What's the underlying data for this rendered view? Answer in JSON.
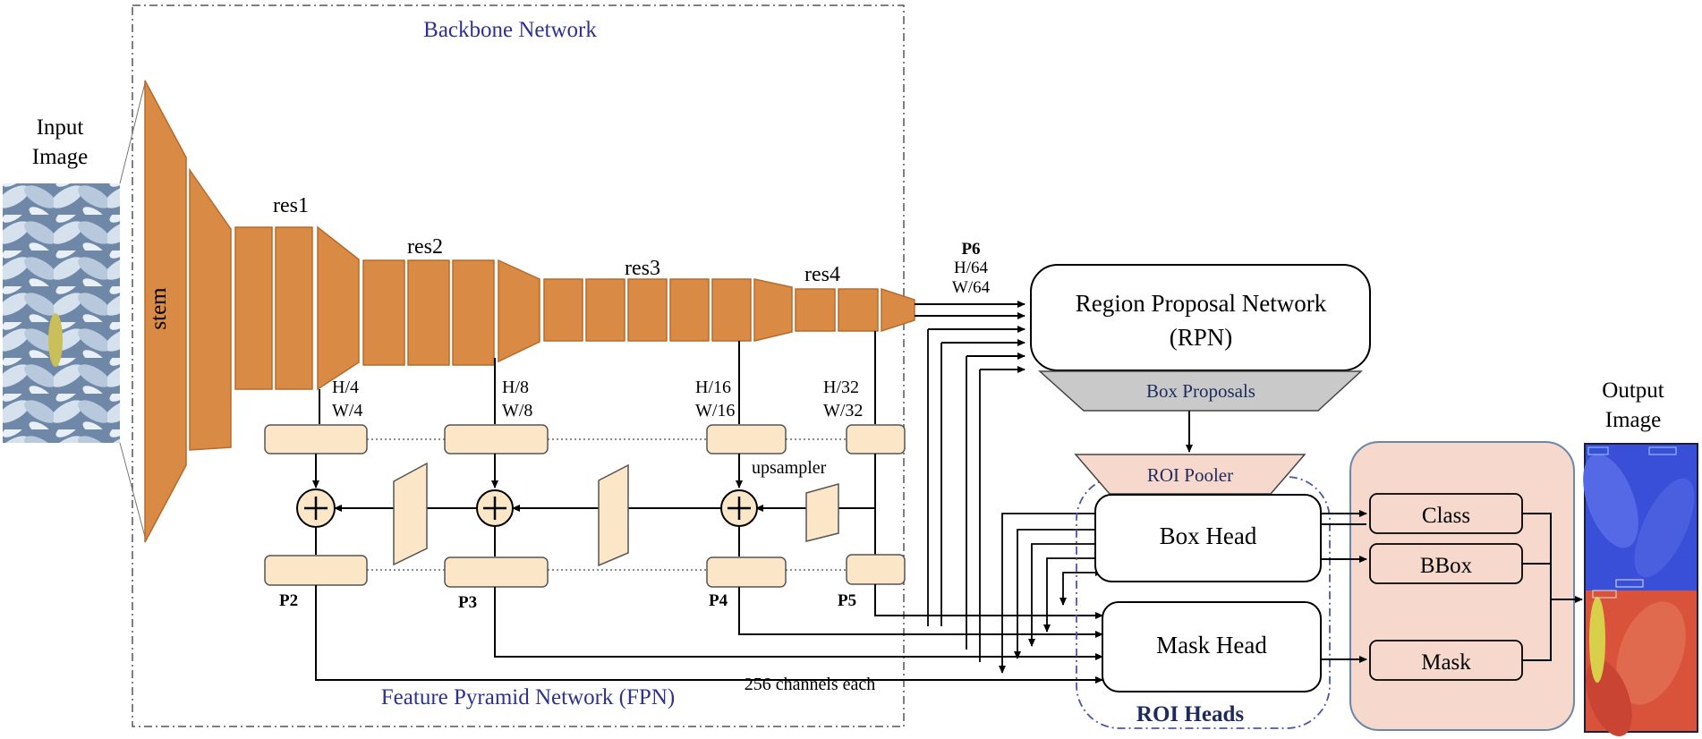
{
  "diagram": {
    "input_label": [
      "Input",
      "Image"
    ],
    "output_label": [
      "Output",
      "Image"
    ],
    "backbone_title": "Backbone Network",
    "fpn_title": "Feature Pyramid Network (FPN)",
    "channels_note": "256 channels each",
    "stem_label": "stem",
    "res_labels": [
      "res1",
      "res2",
      "res3",
      "res4"
    ],
    "scales": {
      "p2": [
        "H/4",
        "W/4"
      ],
      "p3": [
        "H/8",
        "W/8"
      ],
      "p4": [
        "H/16",
        "W/16"
      ],
      "p5": [
        "H/32",
        "W/32"
      ],
      "p6": [
        "H/64",
        "W/64"
      ]
    },
    "p_labels": [
      "P2",
      "P3",
      "P4",
      "P5",
      "P6"
    ],
    "upsampler_label": "upsampler",
    "rpn_label": [
      "Region Proposal Network",
      "(RPN)"
    ],
    "box_proposals": "Box Proposals",
    "roi_pooler": "ROI Pooler",
    "box_head": "Box Head",
    "mask_head": "Mask Head",
    "roi_heads": "ROI Heads",
    "outputs": [
      "Class",
      "BBox",
      "Mask"
    ]
  },
  "colors": {
    "orange": "#d98a45",
    "orange_stroke": "#b86a2a",
    "cream": "#fbe6c8",
    "peach": "#f6d9cc",
    "grey": "#c9c9c9",
    "blue_text": "#2e3192",
    "navy_text": "#1f2a5c",
    "dash_blue": "#4b55a8",
    "panel_stroke": "#6b87a8"
  }
}
